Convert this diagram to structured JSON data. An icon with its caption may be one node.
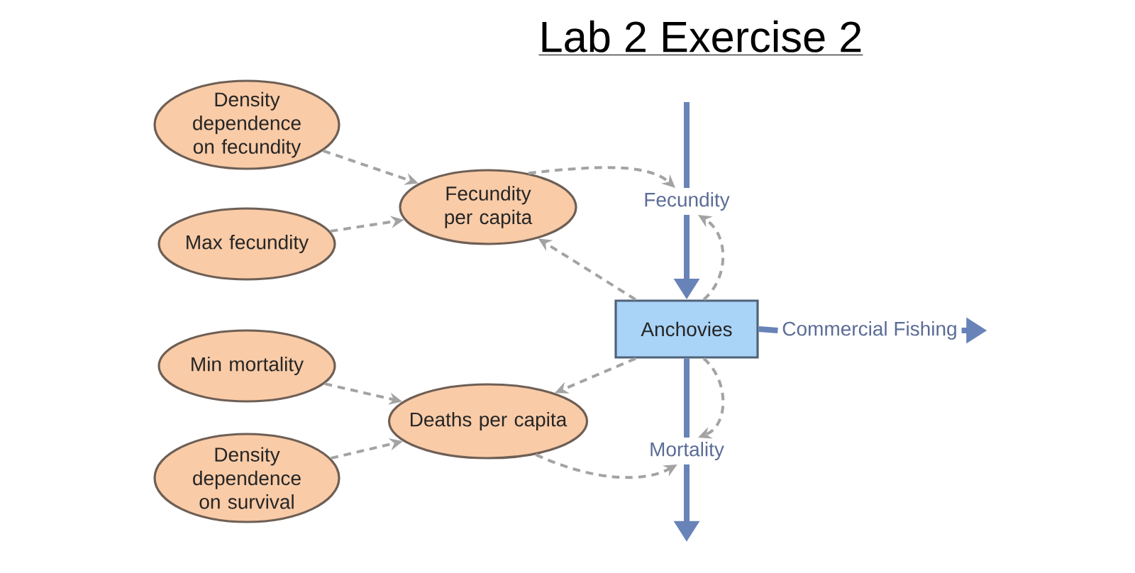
{
  "diagram": {
    "title": "Lab 2 Exercise 2",
    "nodes": [
      {
        "text": [
          "Density dependence on fecundity"
        ]
      },
      {
        "text": [
          "Max fecundity"
        ]
      },
      {
        "text": [
          "Fecundity per capita"
        ]
      },
      {
        "text": [
          "Min mortality"
        ]
      },
      {
        "text": [
          "Density dependence on survival"
        ]
      },
      {
        "text": [
          "Deaths per capita"
        ]
      },
      {
        "text": [
          "Anchovies"
        ]
      },
      {
        "text": [
          "Fecundity"
        ]
      },
      {
        "text": [
          "Mortality"
        ]
      },
      {
        "text": [
          "Commercial Fishing"
        ]
      }
    ],
    "edges": [
      {
        "from": null,
        "to": 7,
        "arrow": "none",
        "style": "thick",
        "color": "#6883b8"
      },
      {
        "from": 7,
        "to": 6,
        "arrow": "to",
        "style": "thick",
        "color": "#6883b8"
      },
      {
        "from": 6,
        "to": 8,
        "arrow": "none",
        "style": "thick",
        "color": "#6883b8"
      },
      {
        "from": 8,
        "to": null,
        "arrow": "to",
        "style": "thick",
        "color": "#6883b8"
      },
      {
        "from": 6,
        "to": 9,
        "arrow": "none",
        "style": "thick",
        "color": "#6883b8"
      },
      {
        "from": 9,
        "to": null,
        "arrow": "to",
        "style": "thick",
        "color": "#6883b8"
      },
      {
        "from": 0,
        "to": 2,
        "arrow": "to",
        "style": "dashed"
      },
      {
        "from": 1,
        "to": 2,
        "arrow": "to",
        "style": "dashed"
      },
      {
        "from": 2,
        "to": 7,
        "arrow": "to",
        "style": "dashed"
      },
      {
        "from": 6,
        "to": 7,
        "arrow": "to",
        "style": "dashed"
      },
      {
        "from": 6,
        "to": 2,
        "arrow": "to",
        "style": "dashed"
      },
      {
        "from": 3,
        "to": 5,
        "arrow": "to",
        "style": "dashed"
      },
      {
        "from": 4,
        "to": 5,
        "arrow": "to",
        "style": "dashed"
      },
      {
        "from": 6,
        "to": 5,
        "arrow": "to",
        "style": "dashed"
      },
      {
        "from": 5,
        "to": 8,
        "arrow": "to",
        "style": "dashed"
      },
      {
        "from": 6,
        "to": 8,
        "arrow": "to",
        "style": "dashed"
      }
    ]
  }
}
